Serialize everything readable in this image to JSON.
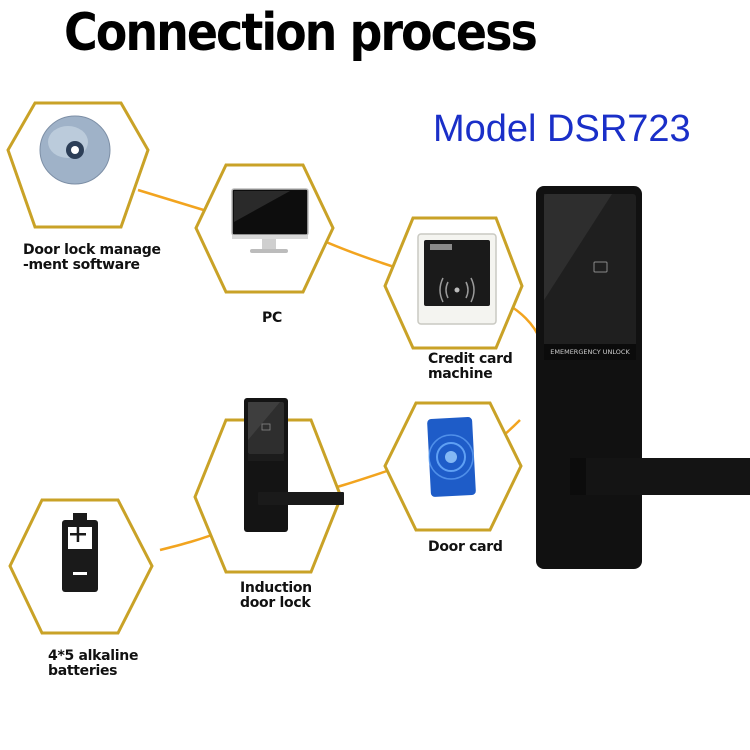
{
  "title": "Connection process",
  "model": "Model DSR723",
  "nodes": {
    "software": {
      "line1": "Door lock manage",
      "line2": "-ment software"
    },
    "pc": {
      "line1": "PC"
    },
    "card_machine": {
      "line1": "Credit card",
      "line2": "machine"
    },
    "door_card": {
      "line1": "Door card"
    },
    "induction_lock": {
      "line1": "Induction",
      "line2": "door lock"
    },
    "batteries": {
      "line1": "4*5 alkaline",
      "line2": "batteries"
    }
  },
  "lock_panel_text": "EMEMERGENCY UNLOCK",
  "colors": {
    "hexagon": "#c9a227",
    "connector": "#f2a41f",
    "model": "#1a2fc8",
    "lock_body": "#111111"
  },
  "icons": [
    "cd-disc-icon",
    "pc-monitor-icon",
    "card-reader-icon",
    "door-card-icon",
    "door-lock-icon",
    "battery-icon"
  ]
}
